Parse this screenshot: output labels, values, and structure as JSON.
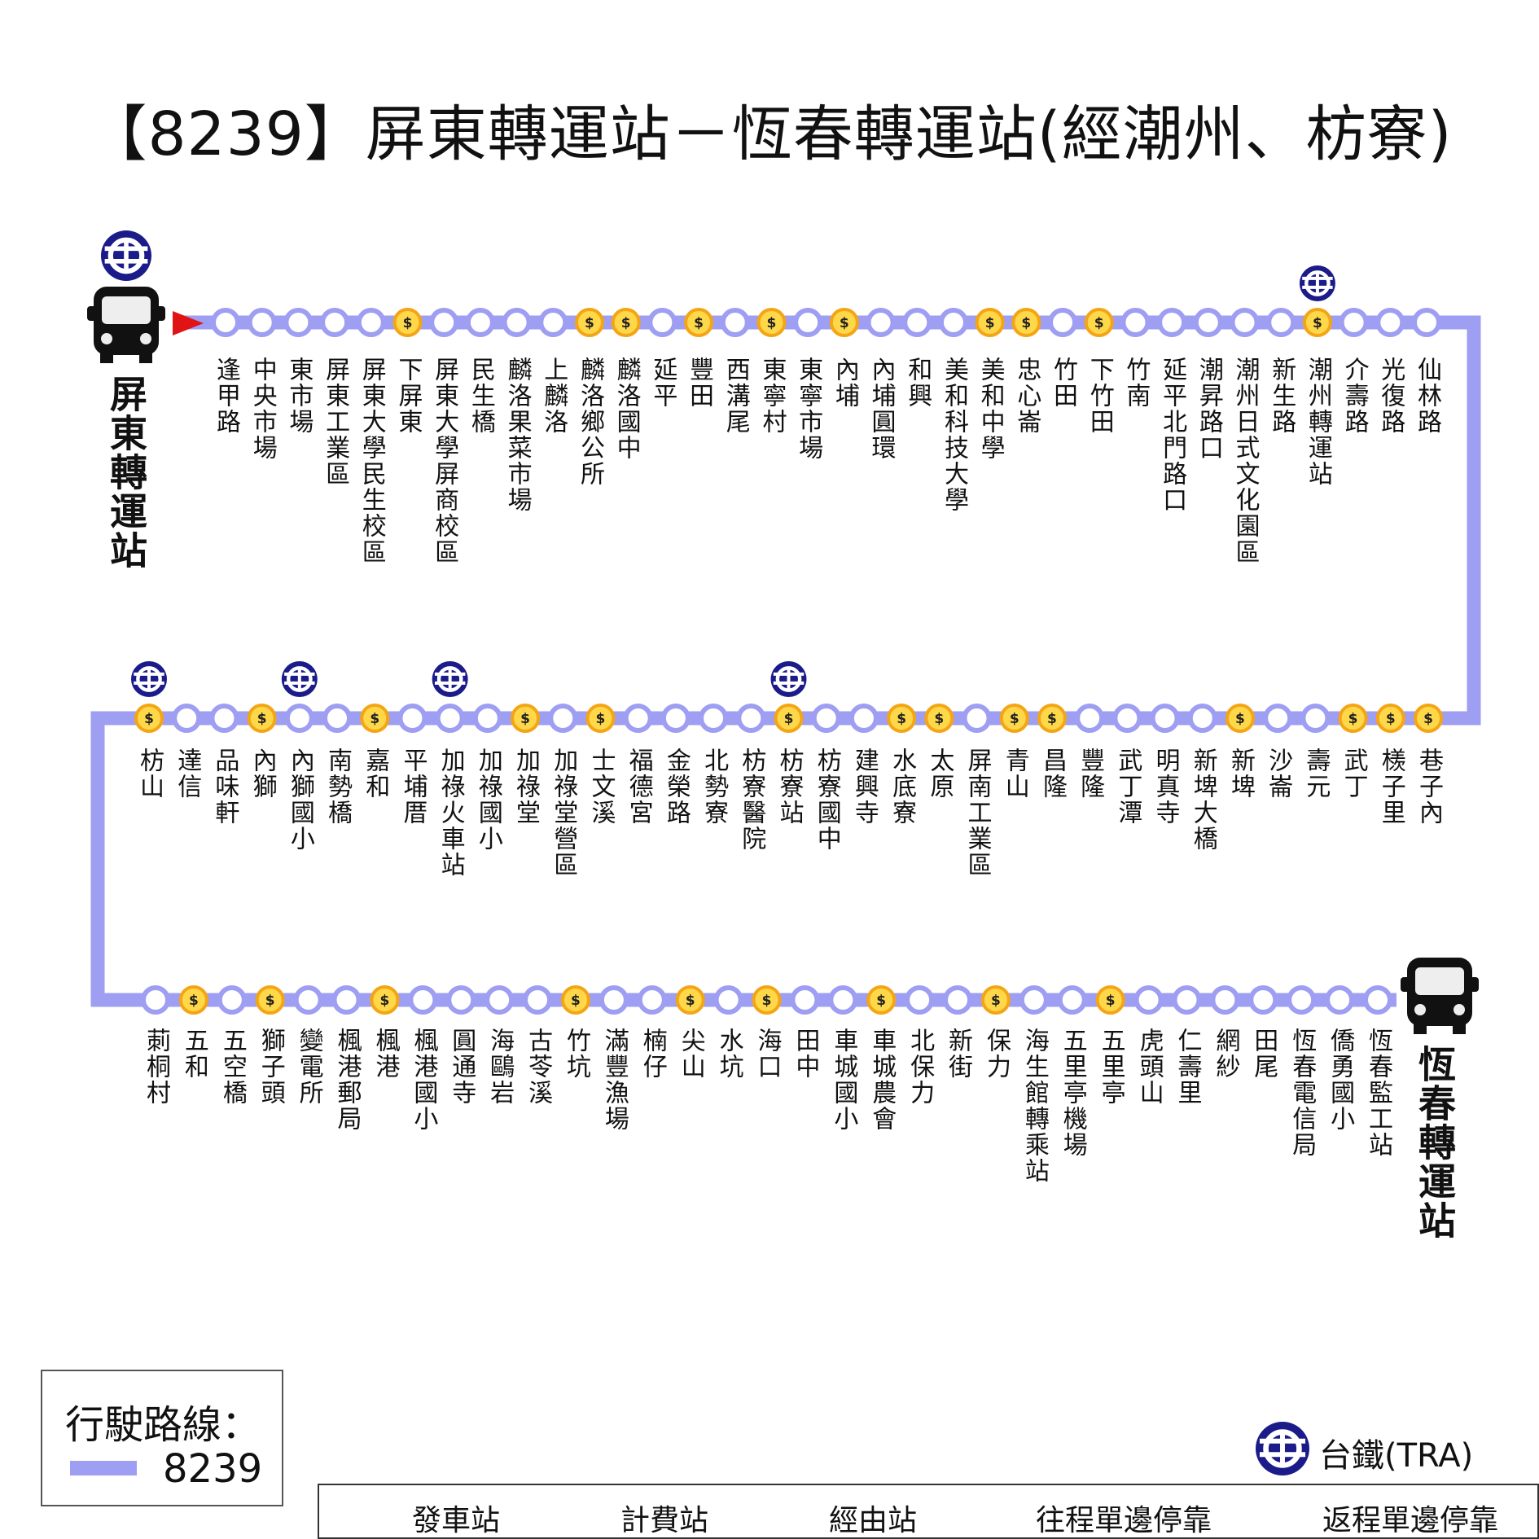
{
  "title": "【8239】屏東轉運站－恆春轉運站(經潮州、枋寮)",
  "colors": {
    "route": "#9e9ef2",
    "fare_ring": "#f4a516",
    "fare_fill": "#ffd84a",
    "tra_blue": "#1b1b8a",
    "outbound_arrow": "#e01414",
    "return_arrow": "#1a7fd0"
  },
  "terminals": {
    "start": "屏東轉運站",
    "end": "恆春轉運站"
  },
  "rows": [
    {
      "stops": [
        {
          "name": "逢甲路",
          "fare": false,
          "tra": false
        },
        {
          "name": "中央市場",
          "fare": false,
          "tra": false
        },
        {
          "name": "東市場",
          "fare": false,
          "tra": false
        },
        {
          "name": "屏東工業區",
          "fare": false,
          "tra": false
        },
        {
          "name": "屏東大學民生校區",
          "fare": false,
          "tra": false
        },
        {
          "name": "下屏東",
          "fare": true,
          "tra": false
        },
        {
          "name": "屏東大學屏商校區",
          "fare": false,
          "tra": false
        },
        {
          "name": "民生橋",
          "fare": false,
          "tra": false
        },
        {
          "name": "麟洛果菜市場",
          "fare": false,
          "tra": false
        },
        {
          "name": "上麟洛",
          "fare": false,
          "tra": false
        },
        {
          "name": "麟洛鄉公所",
          "fare": true,
          "tra": false
        },
        {
          "name": "麟洛國中",
          "fare": true,
          "tra": false
        },
        {
          "name": "延平",
          "fare": false,
          "tra": false
        },
        {
          "name": "豐田",
          "fare": true,
          "tra": false
        },
        {
          "name": "西溝尾",
          "fare": false,
          "tra": false
        },
        {
          "name": "東寧村",
          "fare": true,
          "tra": false
        },
        {
          "name": "東寧市場",
          "fare": false,
          "tra": false
        },
        {
          "name": "內埔",
          "fare": true,
          "tra": false
        },
        {
          "name": "內埔圓環",
          "fare": false,
          "tra": false
        },
        {
          "name": "和興",
          "fare": false,
          "tra": false
        },
        {
          "name": "美和科技大學",
          "fare": false,
          "tra": false
        },
        {
          "name": "美和中學",
          "fare": true,
          "tra": false
        },
        {
          "name": "忠心崙",
          "fare": true,
          "tra": false
        },
        {
          "name": "竹田",
          "fare": false,
          "tra": false
        },
        {
          "name": "下竹田",
          "fare": true,
          "tra": false
        },
        {
          "name": "竹南",
          "fare": false,
          "tra": false
        },
        {
          "name": "延平北門路口",
          "fare": false,
          "tra": false
        },
        {
          "name": "潮昇路口",
          "fare": false,
          "tra": false
        },
        {
          "name": "潮州日式文化園區",
          "fare": false,
          "tra": false
        },
        {
          "name": "新生路",
          "fare": false,
          "tra": false
        },
        {
          "name": "潮州轉運站",
          "fare": true,
          "tra": true
        },
        {
          "name": "介壽路",
          "fare": false,
          "tra": false
        },
        {
          "name": "光復路",
          "fare": false,
          "tra": false
        },
        {
          "name": "仙林路",
          "fare": false,
          "tra": false
        }
      ]
    },
    {
      "stops": [
        {
          "name": "枋山",
          "fare": true,
          "tra": true
        },
        {
          "name": "達信",
          "fare": false,
          "tra": false
        },
        {
          "name": "品味軒",
          "fare": false,
          "tra": false
        },
        {
          "name": "內獅",
          "fare": true,
          "tra": false
        },
        {
          "name": "內獅國小",
          "fare": false,
          "tra": true
        },
        {
          "name": "南勢橋",
          "fare": false,
          "tra": false
        },
        {
          "name": "嘉和",
          "fare": true,
          "tra": false
        },
        {
          "name": "平埔厝",
          "fare": false,
          "tra": false
        },
        {
          "name": "加祿火車站",
          "fare": false,
          "tra": true
        },
        {
          "name": "加祿國小",
          "fare": false,
          "tra": false
        },
        {
          "name": "加祿堂",
          "fare": true,
          "tra": false
        },
        {
          "name": "加祿堂營區",
          "fare": false,
          "tra": false
        },
        {
          "name": "士文溪",
          "fare": true,
          "tra": false
        },
        {
          "name": "福德宮",
          "fare": false,
          "tra": false
        },
        {
          "name": "金榮路",
          "fare": false,
          "tra": false
        },
        {
          "name": "北勢寮",
          "fare": false,
          "tra": false
        },
        {
          "name": "枋寮醫院",
          "fare": false,
          "tra": false
        },
        {
          "name": "枋寮站",
          "fare": true,
          "tra": true
        },
        {
          "name": "枋寮國中",
          "fare": false,
          "tra": false
        },
        {
          "name": "建興寺",
          "fare": false,
          "tra": false
        },
        {
          "name": "水底寮",
          "fare": true,
          "tra": false
        },
        {
          "name": "太原",
          "fare": true,
          "tra": false
        },
        {
          "name": "屏南工業區",
          "fare": false,
          "tra": false
        },
        {
          "name": "青山",
          "fare": true,
          "tra": false
        },
        {
          "name": "昌隆",
          "fare": true,
          "tra": false
        },
        {
          "name": "豐隆",
          "fare": false,
          "tra": false
        },
        {
          "name": "武丁潭",
          "fare": false,
          "tra": false
        },
        {
          "name": "明真寺",
          "fare": false,
          "tra": false
        },
        {
          "name": "新埤大橋",
          "fare": false,
          "tra": false
        },
        {
          "name": "新埤",
          "fare": true,
          "tra": false
        },
        {
          "name": "沙崙",
          "fare": false,
          "tra": false
        },
        {
          "name": "壽元",
          "fare": false,
          "tra": false
        },
        {
          "name": "武丁",
          "fare": true,
          "tra": false
        },
        {
          "name": "檨子里",
          "fare": true,
          "tra": false
        },
        {
          "name": "巷子內",
          "fare": true,
          "tra": false
        }
      ]
    },
    {
      "stops": [
        {
          "name": "莿桐村",
          "fare": false,
          "tra": false
        },
        {
          "name": "五和",
          "fare": true,
          "tra": false
        },
        {
          "name": "五空橋",
          "fare": false,
          "tra": false
        },
        {
          "name": "獅子頭",
          "fare": true,
          "tra": false
        },
        {
          "name": "變電所",
          "fare": false,
          "tra": false
        },
        {
          "name": "楓港郵局",
          "fare": false,
          "tra": false
        },
        {
          "name": "楓港",
          "fare": true,
          "tra": false
        },
        {
          "name": "楓港國小",
          "fare": false,
          "tra": false
        },
        {
          "name": "圓通寺",
          "fare": false,
          "tra": false
        },
        {
          "name": "海鷗岩",
          "fare": false,
          "tra": false
        },
        {
          "name": "古苓溪",
          "fare": false,
          "tra": false
        },
        {
          "name": "竹坑",
          "fare": true,
          "tra": false
        },
        {
          "name": "滿豐漁場",
          "fare": false,
          "tra": false
        },
        {
          "name": "楠仔",
          "fare": false,
          "tra": false
        },
        {
          "name": "尖山",
          "fare": true,
          "tra": false
        },
        {
          "name": "水坑",
          "fare": false,
          "tra": false
        },
        {
          "name": "海口",
          "fare": true,
          "tra": false
        },
        {
          "name": "田中",
          "fare": false,
          "tra": false
        },
        {
          "name": "車城國小",
          "fare": false,
          "tra": false
        },
        {
          "name": "車城農會",
          "fare": true,
          "tra": false
        },
        {
          "name": "北保力",
          "fare": false,
          "tra": false
        },
        {
          "name": "新街",
          "fare": false,
          "tra": false
        },
        {
          "name": "保力",
          "fare": true,
          "tra": false
        },
        {
          "name": "海生館轉乘站",
          "fare": false,
          "tra": false
        },
        {
          "name": "五里亭機場",
          "fare": false,
          "tra": false
        },
        {
          "name": "五里亭",
          "fare": true,
          "tra": false
        },
        {
          "name": "虎頭山",
          "fare": false,
          "tra": false
        },
        {
          "name": "仁壽里",
          "fare": false,
          "tra": false
        },
        {
          "name": "網紗",
          "fare": false,
          "tra": false
        },
        {
          "name": "田尾",
          "fare": false,
          "tra": false
        },
        {
          "name": "恆春電信局",
          "fare": false,
          "tra": false
        },
        {
          "name": "僑勇國小",
          "fare": false,
          "tra": false
        },
        {
          "name": "恆春監工站",
          "fare": false,
          "tra": false
        }
      ]
    }
  ],
  "legend": {
    "title": "行駛路線：",
    "route": "8239",
    "tra_label": "台鐵(TRA)",
    "key": {
      "depot": "發車站",
      "fare": "計費站",
      "via": "經由站",
      "outbound": "往程單邊停靠",
      "return": "返程單邊停靠"
    }
  }
}
